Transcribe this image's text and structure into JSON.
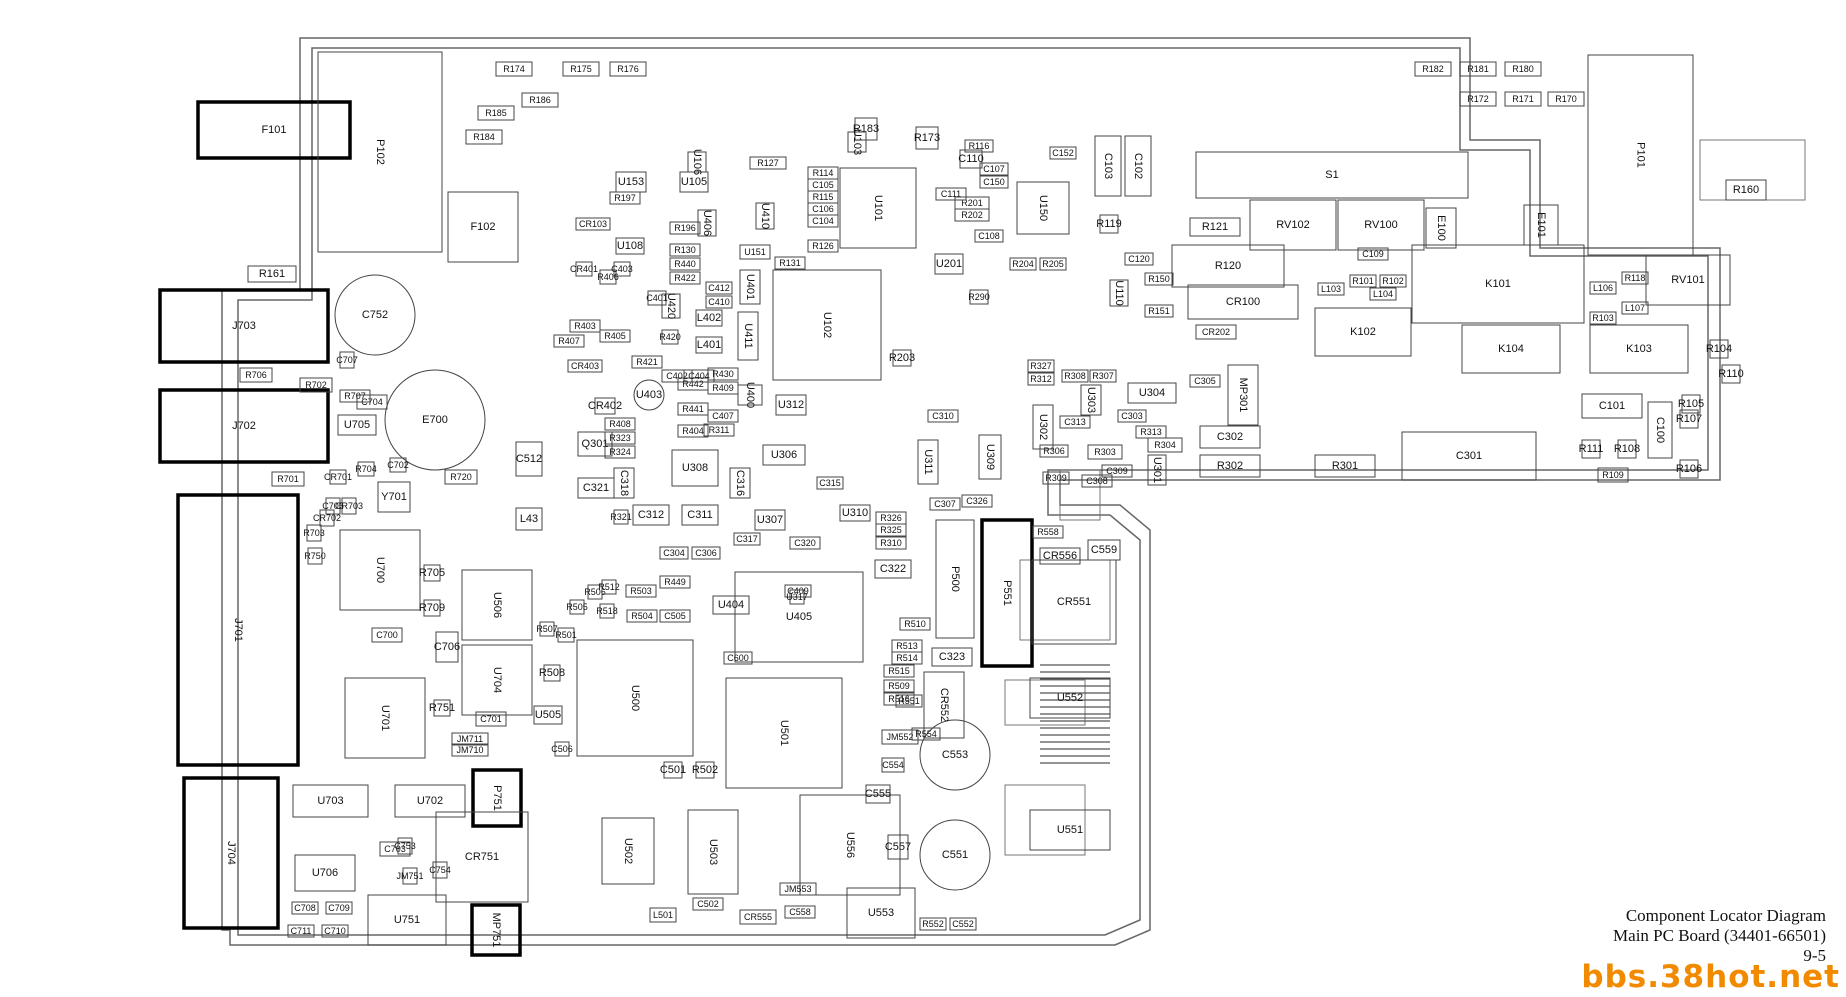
{
  "caption": {
    "title": "Component Locator Diagram",
    "subtitle": "Main PC Board (34401-66501)",
    "page": "9-5"
  },
  "watermark": "bbs.38hot.net",
  "components": [
    {
      "ref": "F101",
      "hl": true
    },
    {
      "ref": "P102",
      "v": true
    },
    {
      "ref": "F102"
    },
    {
      "ref": "J703",
      "hl": true
    },
    {
      "ref": "J702",
      "hl": true
    },
    {
      "ref": "J701",
      "hl": true,
      "v": true
    },
    {
      "ref": "J704",
      "hl": true,
      "v": true
    },
    {
      "ref": "E700",
      "c": true
    },
    {
      "ref": "C752",
      "c": true
    },
    {
      "ref": "R161"
    },
    {
      "ref": "R706"
    },
    {
      "ref": "R702"
    },
    {
      "ref": "C704"
    },
    {
      "ref": "U705"
    },
    {
      "ref": "R701"
    },
    {
      "ref": "Y701"
    },
    {
      "ref": "R720"
    },
    {
      "ref": "C512"
    },
    {
      "ref": "L43"
    },
    {
      "ref": "U700",
      "v": true
    },
    {
      "ref": "U701",
      "v": true
    },
    {
      "ref": "C700"
    },
    {
      "ref": "U506",
      "v": true
    },
    {
      "ref": "U704",
      "v": true
    },
    {
      "ref": "C706"
    },
    {
      "ref": "C701"
    },
    {
      "ref": "JM711"
    },
    {
      "ref": "JM710"
    },
    {
      "ref": "U505"
    },
    {
      "ref": "U500",
      "v": true
    },
    {
      "ref": "U703"
    },
    {
      "ref": "U702"
    },
    {
      "ref": "P751",
      "hl": true,
      "v": true
    },
    {
      "ref": "CR751"
    },
    {
      "ref": "C703"
    },
    {
      "ref": "U706"
    },
    {
      "ref": "U751"
    },
    {
      "ref": "MP751",
      "hl": true,
      "v": true
    },
    {
      "ref": "C708"
    },
    {
      "ref": "C709"
    },
    {
      "ref": "C711"
    },
    {
      "ref": "C710"
    },
    {
      "ref": "U502",
      "v": true
    },
    {
      "ref": "U503",
      "v": true
    },
    {
      "ref": "C502"
    },
    {
      "ref": "L501"
    },
    {
      "ref": "U501",
      "v": true
    },
    {
      "ref": "U556",
      "v": true
    },
    {
      "ref": "U553"
    },
    {
      "ref": "JM553"
    },
    {
      "ref": "CR555"
    },
    {
      "ref": "C558"
    },
    {
      "ref": "R552"
    },
    {
      "ref": "C552"
    },
    {
      "ref": "C553",
      "c": true
    },
    {
      "ref": "C551",
      "c": true
    },
    {
      "ref": "U405"
    },
    {
      "ref": "U404"
    },
    {
      "ref": "C409"
    },
    {
      "ref": "C600"
    },
    {
      "ref": "R174"
    },
    {
      "ref": "R175"
    },
    {
      "ref": "R176"
    },
    {
      "ref": "R186"
    },
    {
      "ref": "R185"
    },
    {
      "ref": "R184"
    },
    {
      "ref": "U153"
    },
    {
      "ref": "U105"
    },
    {
      "ref": "R127"
    },
    {
      "ref": "U101",
      "v": true
    },
    {
      "ref": "U102",
      "v": true
    },
    {
      "ref": "U150",
      "v": true
    },
    {
      "ref": "C152"
    },
    {
      "ref": "C103",
      "v": true
    },
    {
      "ref": "C102",
      "v": true
    },
    {
      "ref": "R116"
    },
    {
      "ref": "C107"
    },
    {
      "ref": "C150"
    },
    {
      "ref": "R201"
    },
    {
      "ref": "R202"
    },
    {
      "ref": "C108"
    },
    {
      "ref": "U201"
    },
    {
      "ref": "C120"
    },
    {
      "ref": "R150"
    },
    {
      "ref": "R151"
    },
    {
      "ref": "S1"
    },
    {
      "ref": "R121"
    },
    {
      "ref": "RV102"
    },
    {
      "ref": "RV100"
    },
    {
      "ref": "E100",
      "v": true
    },
    {
      "ref": "E101",
      "v": true
    },
    {
      "ref": "R120"
    },
    {
      "ref": "CR100"
    },
    {
      "ref": "CR202"
    },
    {
      "ref": "C109"
    },
    {
      "ref": "R101"
    },
    {
      "ref": "R102"
    },
    {
      "ref": "L104"
    },
    {
      "ref": "L103"
    },
    {
      "ref": "K101"
    },
    {
      "ref": "K102"
    },
    {
      "ref": "K104"
    },
    {
      "ref": "K103"
    },
    {
      "ref": "L106"
    },
    {
      "ref": "L107"
    },
    {
      "ref": "R118"
    },
    {
      "ref": "R103"
    },
    {
      "ref": "RV101"
    },
    {
      "ref": "R182"
    },
    {
      "ref": "R181"
    },
    {
      "ref": "R180"
    },
    {
      "ref": "R172"
    },
    {
      "ref": "R171"
    },
    {
      "ref": "R170"
    },
    {
      "ref": "P101",
      "v": true
    },
    {
      "ref": "R160"
    },
    {
      "ref": "MP301",
      "v": true
    },
    {
      "ref": "C305"
    },
    {
      "ref": "U304"
    },
    {
      "ref": "C302"
    },
    {
      "ref": "R302"
    },
    {
      "ref": "R301"
    },
    {
      "ref": "C301"
    },
    {
      "ref": "C101"
    },
    {
      "ref": "C100",
      "v": true
    },
    {
      "ref": "R109"
    },
    {
      "ref": "U312"
    },
    {
      "ref": "U306"
    },
    {
      "ref": "U308"
    },
    {
      "ref": "U311",
      "v": true
    },
    {
      "ref": "U309",
      "v": true
    },
    {
      "ref": "C310"
    },
    {
      "ref": "U310"
    },
    {
      "ref": "U307"
    },
    {
      "ref": "C311"
    },
    {
      "ref": "C312"
    },
    {
      "ref": "C321"
    },
    {
      "ref": "Q301"
    },
    {
      "ref": "C318",
      "v": true
    },
    {
      "ref": "C316",
      "v": true
    },
    {
      "ref": "C322"
    },
    {
      "ref": "P500",
      "v": true
    },
    {
      "ref": "P551",
      "hl": true,
      "v": true
    },
    {
      "ref": "CR551"
    },
    {
      "ref": "C559"
    },
    {
      "ref": "CR556"
    },
    {
      "ref": "C323"
    },
    {
      "ref": "U552"
    },
    {
      "ref": "U551"
    },
    {
      "ref": "CR552",
      "v": true
    },
    {
      "ref": "JM552"
    },
    {
      "ref": "R306"
    },
    {
      "ref": "R309"
    },
    {
      "ref": "C308"
    },
    {
      "ref": "C309"
    },
    {
      "ref": "R303"
    },
    {
      "ref": "R304"
    },
    {
      "ref": "U302",
      "v": true
    },
    {
      "ref": "U303",
      "v": true
    },
    {
      "ref": "U301",
      "v": true
    },
    {
      "ref": "R308"
    },
    {
      "ref": "R307"
    },
    {
      "ref": "R327"
    },
    {
      "ref": "R312"
    },
    {
      "ref": "U400",
      "v": true
    },
    {
      "ref": "U401",
      "v": true
    },
    {
      "ref": "U411",
      "v": true
    },
    {
      "ref": "L402"
    },
    {
      "ref": "L401"
    },
    {
      "ref": "U403",
      "c": true
    },
    {
      "ref": "R130"
    },
    {
      "ref": "R440"
    },
    {
      "ref": "R422"
    },
    {
      "ref": "R131"
    },
    {
      "ref": "U151"
    },
    {
      "ref": "U108"
    },
    {
      "ref": "CR103"
    },
    {
      "ref": "R197"
    },
    {
      "ref": "R196"
    },
    {
      "ref": "R126"
    },
    {
      "ref": "R114"
    },
    {
      "ref": "C105"
    },
    {
      "ref": "R115"
    },
    {
      "ref": "C106"
    },
    {
      "ref": "C104"
    },
    {
      "ref": "R503"
    },
    {
      "ref": "R504"
    },
    {
      "ref": "C505"
    },
    {
      "ref": "R449"
    },
    {
      "ref": "R510"
    },
    {
      "ref": "R513"
    },
    {
      "ref": "R514"
    },
    {
      "ref": "R515"
    },
    {
      "ref": "R509"
    },
    {
      "ref": "R516"
    },
    {
      "ref": "R551"
    },
    {
      "ref": "R554"
    },
    {
      "ref": "R558"
    },
    {
      "ref": "C554"
    },
    {
      "ref": "C557"
    },
    {
      "ref": "C320"
    },
    {
      "ref": "C317"
    },
    {
      "ref": "C315"
    },
    {
      "ref": "C326"
    },
    {
      "ref": "C307"
    },
    {
      "ref": "R326"
    },
    {
      "ref": "R325"
    },
    {
      "ref": "R310"
    },
    {
      "ref": "R408"
    },
    {
      "ref": "R323"
    },
    {
      "ref": "R324"
    },
    {
      "ref": "C304"
    },
    {
      "ref": "C306"
    },
    {
      "ref": "R321"
    },
    {
      "ref": "R311"
    },
    {
      "ref": "C313"
    },
    {
      "ref": "C303"
    },
    {
      "ref": "R313"
    },
    {
      "ref": "R203"
    },
    {
      "ref": "R290"
    },
    {
      "ref": "R204"
    },
    {
      "ref": "R205"
    },
    {
      "ref": "R119"
    },
    {
      "ref": "R110"
    },
    {
      "ref": "R111"
    },
    {
      "ref": "R108"
    },
    {
      "ref": "R105"
    },
    {
      "ref": "R104"
    },
    {
      "ref": "R106"
    },
    {
      "ref": "R107"
    },
    {
      "ref": "R173"
    },
    {
      "ref": "R183"
    },
    {
      "ref": "C110"
    },
    {
      "ref": "C111"
    },
    {
      "ref": "C506"
    },
    {
      "ref": "C501"
    },
    {
      "ref": "R502"
    },
    {
      "ref": "R507"
    },
    {
      "ref": "R501"
    },
    {
      "ref": "R751"
    },
    {
      "ref": "R705"
    },
    {
      "ref": "R709"
    },
    {
      "ref": "R750"
    },
    {
      "ref": "R703"
    },
    {
      "ref": "R704"
    },
    {
      "ref": "C702"
    },
    {
      "ref": "C705"
    },
    {
      "ref": "R707"
    },
    {
      "ref": "C707"
    },
    {
      "ref": "CR701"
    },
    {
      "ref": "CR702"
    },
    {
      "ref": "CR703"
    },
    {
      "ref": "C754"
    },
    {
      "ref": "C753"
    },
    {
      "ref": "JM751"
    },
    {
      "ref": "R403"
    },
    {
      "ref": "R405"
    },
    {
      "ref": "R407"
    },
    {
      "ref": "CR403"
    },
    {
      "ref": "R406"
    },
    {
      "ref": "CR401"
    },
    {
      "ref": "C403"
    },
    {
      "ref": "R421"
    },
    {
      "ref": "R420"
    },
    {
      "ref": "R442"
    },
    {
      "ref": "R441"
    },
    {
      "ref": "R404"
    },
    {
      "ref": "R430"
    },
    {
      "ref": "C402"
    },
    {
      "ref": "C404"
    },
    {
      "ref": "R409"
    },
    {
      "ref": "C407"
    },
    {
      "ref": "C410"
    },
    {
      "ref": "C412"
    },
    {
      "ref": "CR402"
    },
    {
      "ref": "C401"
    },
    {
      "ref": "U420",
      "v": true
    },
    {
      "ref": "U406",
      "v": true
    },
    {
      "ref": "U410",
      "v": true
    },
    {
      "ref": "U103",
      "v": true
    },
    {
      "ref": "U106",
      "v": true
    },
    {
      "ref": "U110",
      "v": true
    },
    {
      "ref": "R506"
    },
    {
      "ref": "R505"
    },
    {
      "ref": "R512"
    },
    {
      "ref": "R518"
    },
    {
      "ref": "R508"
    },
    {
      "ref": "C555"
    },
    {
      "ref": "U317"
    }
  ]
}
